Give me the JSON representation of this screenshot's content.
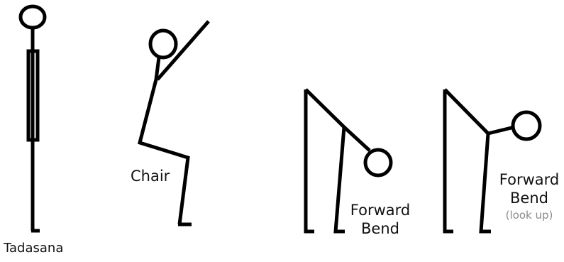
{
  "poses": [
    {
      "id": "tadasana",
      "label_lines": [
        "Tadasana"
      ],
      "note": ""
    },
    {
      "id": "chair",
      "label_lines": [
        "Chair"
      ],
      "note": ""
    },
    {
      "id": "forward-bend",
      "label_lines": [
        "Forward",
        "Bend"
      ],
      "note": ""
    },
    {
      "id": "forward-bend-look-up",
      "label_lines": [
        "Forward",
        "Bend"
      ],
      "note": "(look up)"
    }
  ],
  "colors": {
    "stroke": "#000000",
    "label": "#111111",
    "note": "#8a8a8a"
  }
}
